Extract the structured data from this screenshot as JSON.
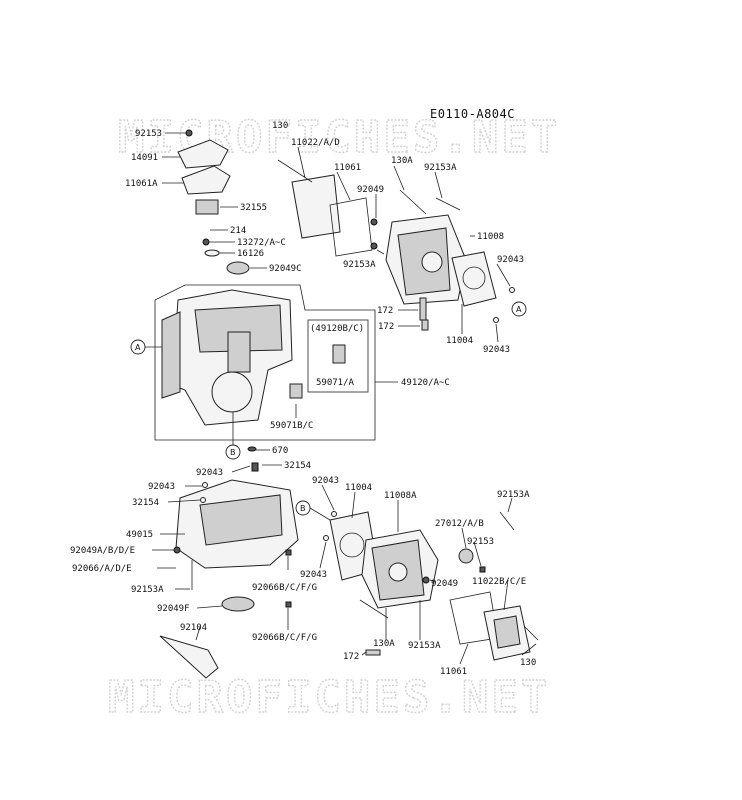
{
  "diagram": {
    "code": "E0110-A804C",
    "watermark_top": "MICROFICHES.NET",
    "watermark_bottom": "MICROFICHES.NET",
    "callouts": {
      "a": "A",
      "b": "B"
    },
    "labels": {
      "p92153_top": "92153",
      "p14091": "14091",
      "p11061a": "11061A",
      "p32155": "32155",
      "p214": "214",
      "p13272": "13272/A~C",
      "p16126": "16126",
      "p92049c": "92049C",
      "p130_top": "130",
      "p11022": "11022/A/D",
      "p11061_top": "11061",
      "p130a_top": "130A",
      "p92153a_top": "92153A",
      "p92049_top": "92049",
      "p11008": "11008",
      "p92153a_mid": "92153A",
      "p92043_r1": "92043",
      "p172_a": "172",
      "p172_b": "172",
      "p11004_top": "11004",
      "p92043_r2": "92043",
      "p49120bc": "(49120B/C)",
      "p59071a": "59071/A",
      "p49120": "49120/A~C",
      "p59071bc": "59071B/C",
      "p670": "670",
      "p92043_l1": "92043",
      "p32154_r": "32154",
      "p92043_l2": "92043",
      "p32154_l": "32154",
      "p49015": "49015",
      "p92049abde": "92049A/B/D/E",
      "p92066ade": "92066/A/D/E",
      "p92153a_low": "92153A",
      "p92066bcfg_1": "92066B/C/F/G",
      "p92049f": "92049F",
      "p92104": "92104",
      "p92066bcfg_2": "92066B/C/F/G",
      "p92043_b1": "92043",
      "p11004_b": "11004",
      "p11008a": "11008A",
      "p92153a_br": "92153A",
      "p27012": "27012/A/B",
      "p92153_br": "92153",
      "p92043_b2": "92043",
      "p92049_b": "92049",
      "p11022bce": "11022B/C/E",
      "p130a_b": "130A",
      "p92153a_b2": "92153A",
      "p172_bot": "172",
      "p11061_bot": "11061",
      "p130_bot": "130"
    }
  }
}
